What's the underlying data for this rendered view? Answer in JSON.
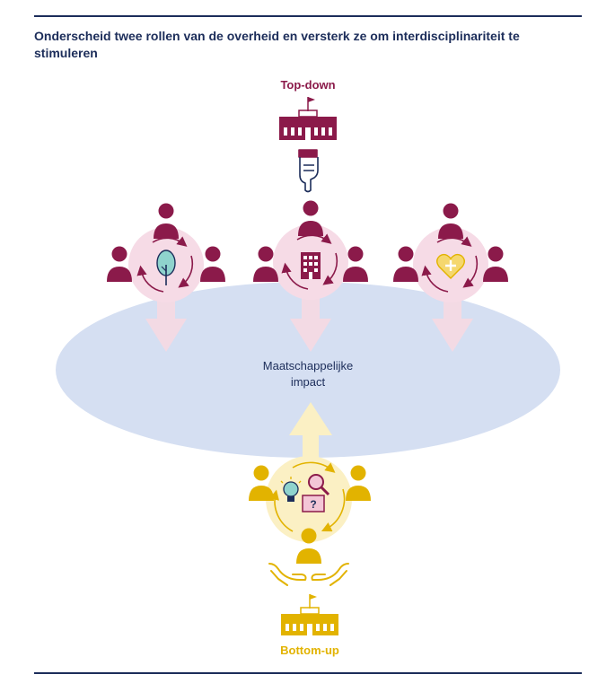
{
  "page": {
    "title": "Onderscheid twee rollen van de overheid en versterk ze om interdisciplinariteit te stimuleren"
  },
  "diagram": {
    "top_label": "Top-down",
    "bottom_label": "Bottom-up",
    "center_label_line1": "Maatschappelijke",
    "center_label_line2": "impact",
    "colors": {
      "top_down": "#8b1a4a",
      "bottom_up": "#e2b300",
      "impact_ellipse": "#d5dff2",
      "pink_circle": "#f6dbe6",
      "pink_arrow": "#f3dae4",
      "yellow_circle": "#fbf0c4",
      "navy": "#1c2d5a"
    },
    "icons": {
      "top_building": "government-building-icon",
      "pointing_hand": "pointing-hand-icon",
      "cluster_left_center": "tree-icon",
      "cluster_middle_center": "office-building-icon",
      "cluster_right_center": "heart-plus-icon",
      "bottom_center": "lightbulb-magnifier-question-folder-icon",
      "bottom_hands": "open-hands-icon",
      "bottom_building": "government-building-icon"
    }
  }
}
